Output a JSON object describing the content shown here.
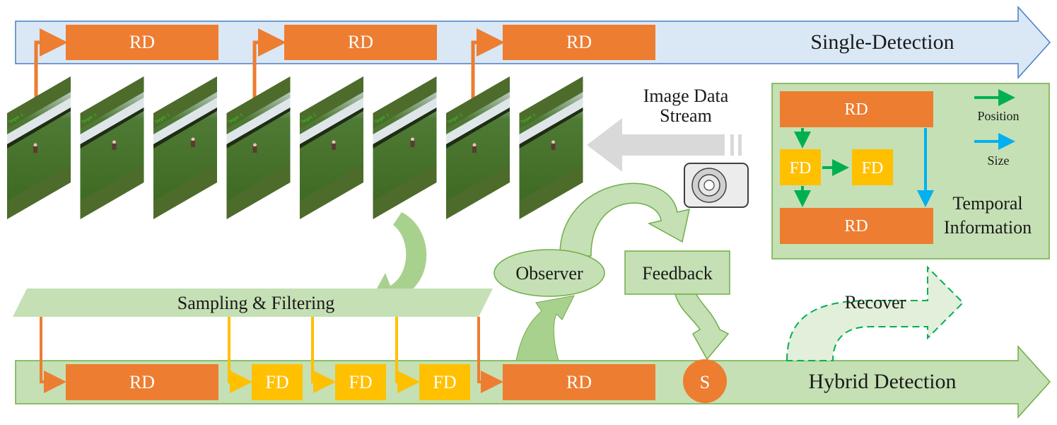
{
  "top_track": {
    "label": "Single-Detection",
    "boxes": [
      "RD",
      "RD",
      "RD"
    ]
  },
  "bottom_track": {
    "label": "Hybrid Detection",
    "boxes": [
      "RD",
      "FD",
      "FD",
      "FD",
      "RD"
    ],
    "state_node": "S"
  },
  "frames": {
    "count": 8,
    "overlay_text": [
      "Target: 1",
      "Target: 1",
      "Target: 1",
      "Target: 1",
      "Target: 1",
      "Target: 1",
      "Target: 1",
      "Target: 1"
    ]
  },
  "sampling": {
    "label": "Sampling & Filtering"
  },
  "stream": {
    "label_line1": "Image Data",
    "label_line2": "Stream"
  },
  "observer": {
    "label": "Observer"
  },
  "feedback": {
    "label": "Feedback"
  },
  "recover": {
    "label": "Recover"
  },
  "temporal_panel": {
    "title_line1": "Temporal",
    "title_line2": "Information",
    "top_box": "RD",
    "mid_boxes": [
      "FD",
      "FD"
    ],
    "bottom_box": "RD",
    "legend": [
      {
        "label": "Position",
        "color": "#00b050"
      },
      {
        "label": "Size",
        "color": "#00b0f0"
      }
    ]
  },
  "colors": {
    "rd": "#ed7d31",
    "fd": "#ffc000",
    "top_track_fill": "#dae8f6",
    "top_track_stroke": "#4a7ec2",
    "green_fill": "#c5e0b4",
    "green_stroke": "#70ad47",
    "frame_bg": "#4d6b2a"
  }
}
